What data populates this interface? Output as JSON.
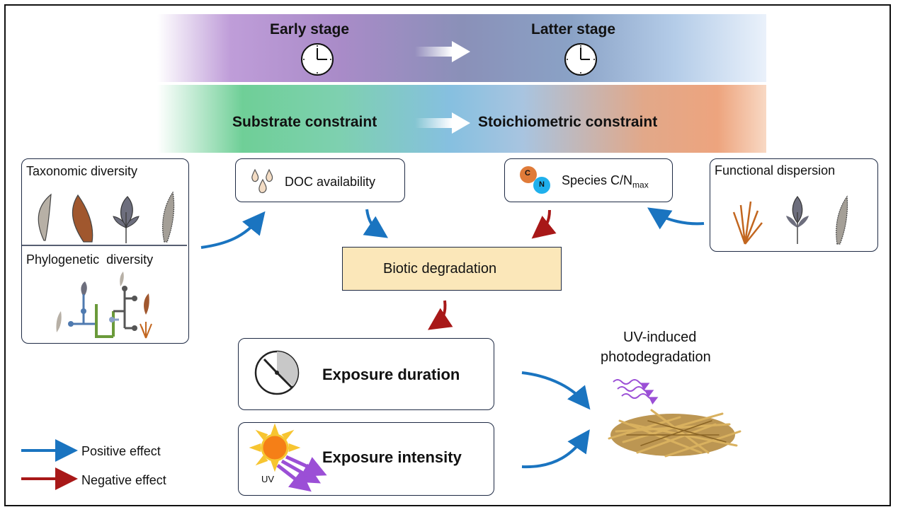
{
  "stages": {
    "early": "Early stage",
    "latter": "Latter stage"
  },
  "constraints": {
    "substrate": "Substrate constraint",
    "stoichiometric": "Stoichiometric constraint"
  },
  "boxes": {
    "taxonomic": "Taxonomic diversity",
    "phylogenetic": "Phylogenetic  diversity",
    "doc": "DOC availability",
    "species_cn": "Species C/N",
    "species_cn_sub": "max",
    "c_letter": "C",
    "n_letter": "N",
    "functional": "Functional dispersion",
    "biotic": "Biotic degradation",
    "exposure_duration": "Exposure duration",
    "exposure_intensity": "Exposure intensity",
    "uv": "UV"
  },
  "photodegradation": {
    "line1": "UV-induced",
    "line2": "photodegradation"
  },
  "legend": {
    "positive": "Positive effect",
    "negative": "Negative effect"
  },
  "colors": {
    "positive": "#1a74c0",
    "negative": "#a81818",
    "uv_wave": "#9b4fd6",
    "sun": "#f57f17"
  }
}
